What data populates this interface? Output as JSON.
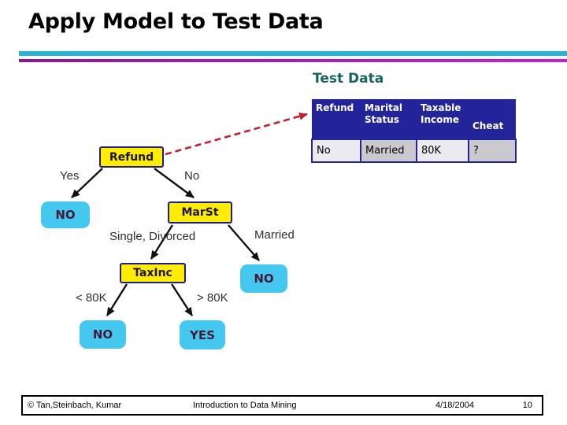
{
  "slide": {
    "title": "Apply Model to Test Data",
    "test_data_label": "Test Data"
  },
  "test_table": {
    "headers": [
      "Refund",
      "Marital Status",
      "Taxable Income",
      "Cheat"
    ],
    "row": [
      "No",
      "Married",
      "80K",
      "?"
    ]
  },
  "tree": {
    "nodes": {
      "refund": "Refund",
      "marst": "MarSt",
      "taxinc": "TaxInc"
    },
    "leaves": {
      "refund_yes": "NO",
      "marst_married": "NO",
      "taxinc_low": "NO",
      "taxinc_high": "YES"
    },
    "edge_labels": {
      "yes": "Yes",
      "no": "No",
      "single_divorced": "Single, Divorced",
      "married": "Married",
      "lt80k": "< 80K",
      "gt80k": "> 80K"
    }
  },
  "footer": {
    "copyright": "© Tan,Steinbach, Kumar",
    "center": "Introduction to Data Mining",
    "date": "4/18/2004",
    "page": "10"
  },
  "colors": {
    "divider_teal": "#25b5d7",
    "divider_purple_start": "#8c1892",
    "divider_purple_end": "#c41fd8",
    "test_data_label": "#17655c",
    "table_header_bg": "#24249a",
    "table_header_text": "#ffffff",
    "table_cell_light": "#eaeaf0",
    "table_cell_gray": "#c9c9ce",
    "node_fill": "#ffed00",
    "node_border": "#1c1c8c",
    "node_text": "#1d1440",
    "leaf_fill": "#45c8f0",
    "leaf_text": "#431a38",
    "edge_color": "#111111",
    "red_arrow": "#c41f30"
  }
}
